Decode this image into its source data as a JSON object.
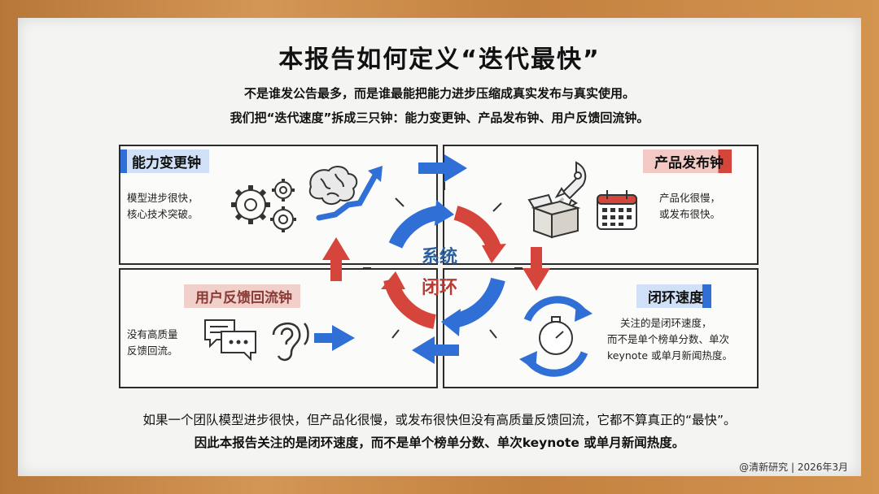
{
  "title": "本报告如何定义“迭代最快”",
  "subtitle_1": "不是谁发公告最多，而是谁最能把能力进步压缩成真实发布与真实使用。",
  "subtitle_2": "我们把“迭代速度”拆成三只钟：能力变更钟、产品发布钟、用户反馈回流钟。",
  "panels": {
    "capability": {
      "tag": "能力变更钟",
      "desc_1": "模型进步很快，",
      "desc_2": "核心技术突破。"
    },
    "release": {
      "tag": "产品发布钟",
      "desc_1": "产品化很慢，",
      "desc_2": "或发布很快。"
    },
    "feedback": {
      "tag": "用户反馈回流钟",
      "desc_1": "没有高质量",
      "desc_2": "反馈回流。"
    },
    "loop_speed": {
      "tag": "闭环速度",
      "desc_1": "关注的是闭环速度，",
      "desc_2": "而不是单个榜单分数、单次",
      "desc_3": "keynote  或单月新闻热度。"
    }
  },
  "center": {
    "line_1": "系统",
    "line_2": "闭环"
  },
  "bottom_1": "如果一个团队模型进步很快，但产品化很慢，或发布很快但没有高质量反馈回流，它都不算真正的“最快”。",
  "bottom_2": "因此本报告关注的是闭环速度，而不是单个榜单分数、单次keynote  或单月新闻热度。",
  "credit": "@清新研究  | 2026年3月",
  "colors": {
    "blue": "#2f6fd6",
    "red": "#d6453b",
    "wood": "#c98a4a"
  },
  "icons": [
    "gears-icon",
    "brain-icon",
    "rocket-icon",
    "box-icon",
    "calendar-icon",
    "chat-bubbles-icon",
    "ear-icon",
    "stopwatch-icon",
    "cycle-arrows-icon"
  ]
}
